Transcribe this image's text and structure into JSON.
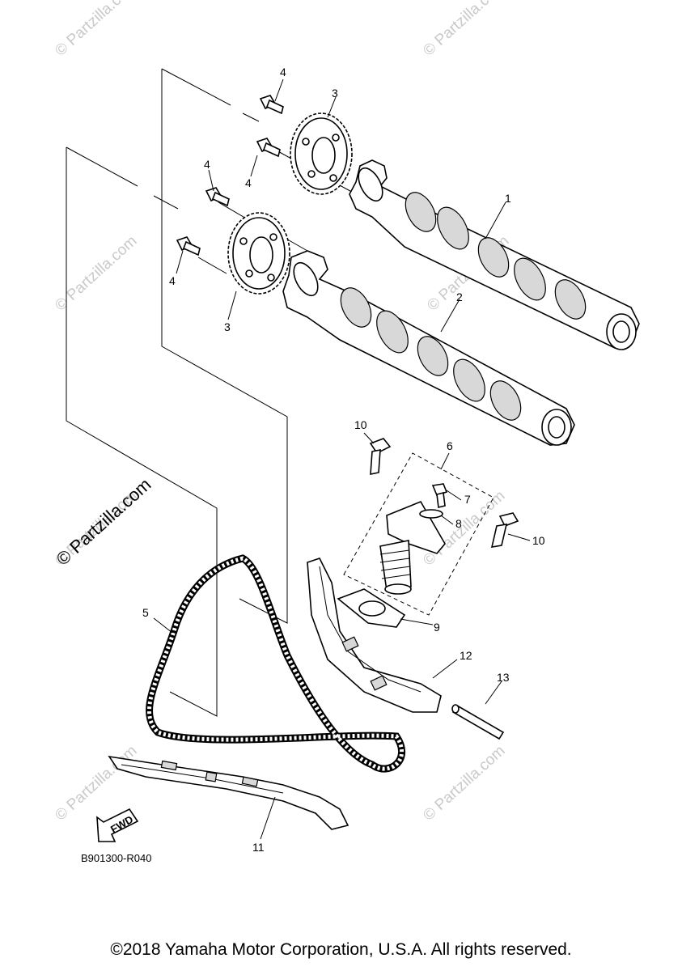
{
  "watermarks": [
    {
      "text": "© Partzilla.com"
    },
    {
      "text": "© Partzilla.com"
    },
    {
      "text": "© Partzilla.com"
    },
    {
      "text": "© Partzilla.com"
    },
    {
      "text": "© Partzilla.com"
    },
    {
      "text": "© Partzilla.com"
    },
    {
      "text": "© Partzilla.com"
    },
    {
      "text": "© Partzilla.com"
    }
  ],
  "main_watermark": "© Partzilla.com",
  "callouts": {
    "c1": "1",
    "c2": "2",
    "c3a": "3",
    "c3b": "3",
    "c4a": "4",
    "c4b": "4",
    "c4c": "4",
    "c4d": "4",
    "c5": "5",
    "c6": "6",
    "c7": "7",
    "c8": "8",
    "c9": "9",
    "c10a": "10",
    "c10b": "10",
    "c11": "11",
    "c12": "12",
    "c13": "13"
  },
  "fwd_label": "FWD",
  "diagram_code": "B901300-R040",
  "copyright": "©2018 Yamaha Motor Corporation, U.S.A. All rights reserved."
}
